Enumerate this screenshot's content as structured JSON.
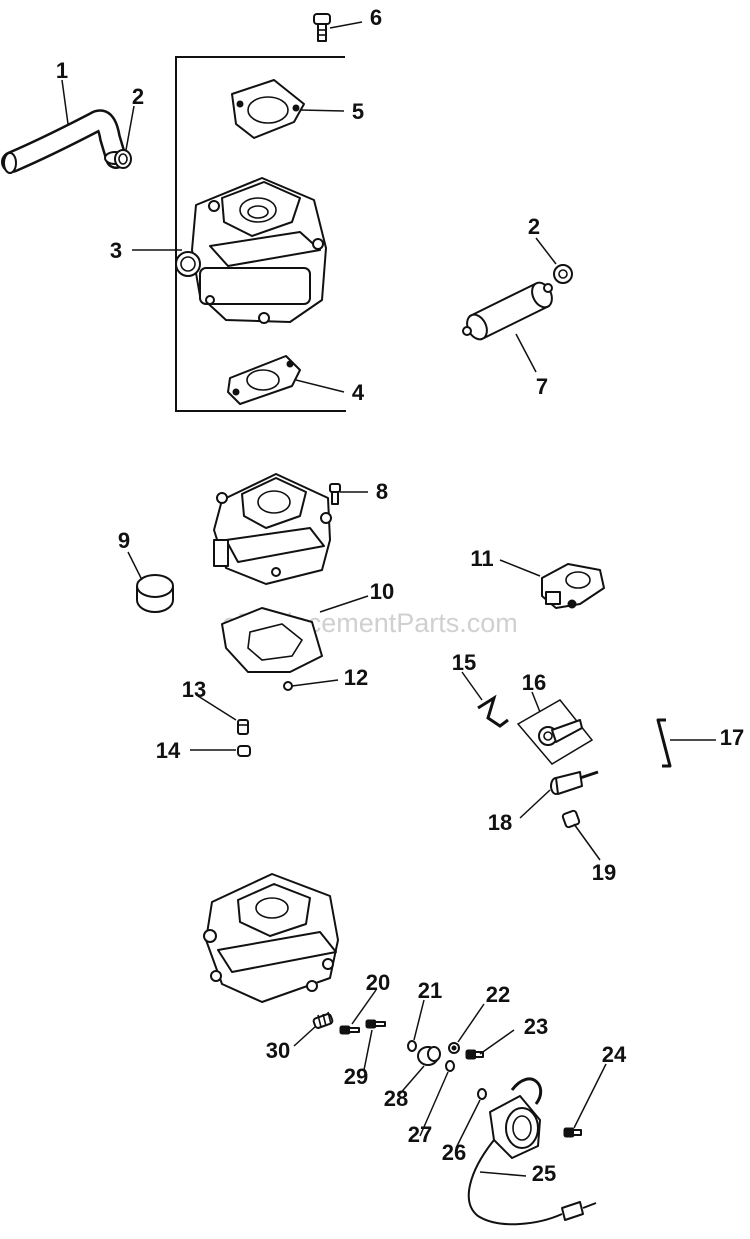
{
  "watermark": "eReplacementParts.com",
  "callouts": [
    {
      "num": "1",
      "part": "fuel-hose"
    },
    {
      "num": "2",
      "part": "hose-clamp"
    },
    {
      "num": "3",
      "part": "carburetor-assembly"
    },
    {
      "num": "4",
      "part": "carburetor-gasket"
    },
    {
      "num": "5",
      "part": "top-gasket"
    },
    {
      "num": "6",
      "part": "screw"
    },
    {
      "num": "7",
      "part": "fuel-filter"
    },
    {
      "num": "2",
      "part": "hose-clamp"
    },
    {
      "num": "8",
      "part": "screw"
    },
    {
      "num": "9",
      "part": "float"
    },
    {
      "num": "10",
      "part": "bowl-gasket"
    },
    {
      "num": "11",
      "part": "choke-body"
    },
    {
      "num": "12",
      "part": "o-ring"
    },
    {
      "num": "13",
      "part": "needle-seat"
    },
    {
      "num": "14",
      "part": "inlet-needle"
    },
    {
      "num": "15",
      "part": "spring"
    },
    {
      "num": "16",
      "part": "throttle-lever"
    },
    {
      "num": "17",
      "part": "link-rod"
    },
    {
      "num": "18",
      "part": "idle-screw"
    },
    {
      "num": "19",
      "part": "screw"
    },
    {
      "num": "20",
      "part": "screw"
    },
    {
      "num": "21",
      "part": "o-ring"
    },
    {
      "num": "22",
      "part": "washer"
    },
    {
      "num": "23",
      "part": "screw"
    },
    {
      "num": "24",
      "part": "screw"
    },
    {
      "num": "25",
      "part": "fuel-solenoid"
    },
    {
      "num": "26",
      "part": "gasket"
    },
    {
      "num": "27",
      "part": "o-ring"
    },
    {
      "num": "28",
      "part": "jet"
    },
    {
      "num": "29",
      "part": "screw"
    },
    {
      "num": "30",
      "part": "spring"
    }
  ]
}
